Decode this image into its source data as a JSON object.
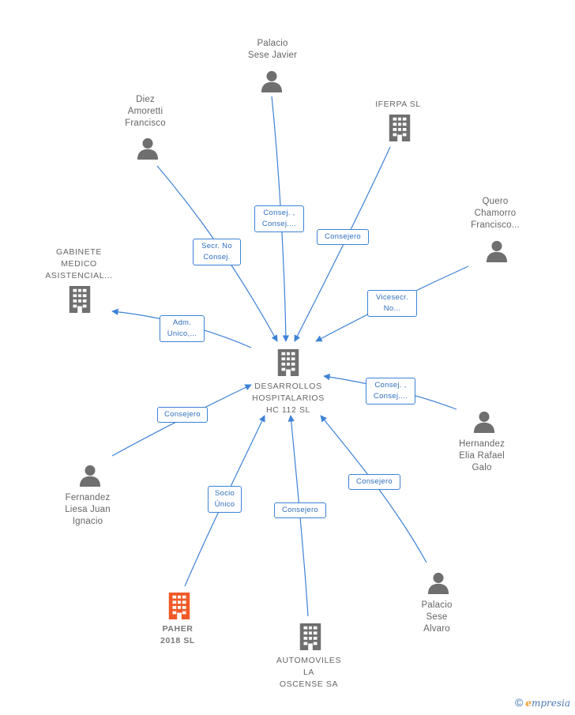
{
  "center": {
    "label": "DESARROLLOS\nHOSPITALARIOS\nHC 112  SL"
  },
  "nodes": {
    "palacio_javier": "Palacio\nSese Javier",
    "diez": "Diez\nAmoretti\nFrancisco",
    "iferpa": "IFERPA  SL",
    "quero": "Quero\nChamorro\nFrancisco...",
    "gabinete": "GABINETE\nMEDICO\nASISTENCIAL...",
    "hernandez": "Hernandez\nElia Rafael\nGalo",
    "fernandez": "Fernandez\nLiesa Juan\nIgnacio",
    "paher": "PAHER\n2018  SL",
    "automoviles": "AUTOMOVILES\nLA\nOSCENSE SA",
    "palacio_alvaro": "Palacio\nSese\nAlvaro"
  },
  "edges": {
    "palacio_javier": "Consej. ,\nConsej....",
    "diez": "Secr.  No\nConsej.",
    "iferpa": "Consejero",
    "quero": "Vicesecr.\nNo...",
    "gabinete": "Adm.\nUnico,...",
    "hernandez": "Consej. ,\nConsej....",
    "fernandez": "Consejero",
    "paher": "Socio\nÚnico",
    "automoviles": "Consejero",
    "palacio_alvaro": "Consejero"
  },
  "colors": {
    "edge": "#3d82d6",
    "icon": "#6f6f6f",
    "highlight": "#f05a28"
  },
  "brand": {
    "symbol": "©",
    "first_letter": "e",
    "rest": "mpresia"
  }
}
